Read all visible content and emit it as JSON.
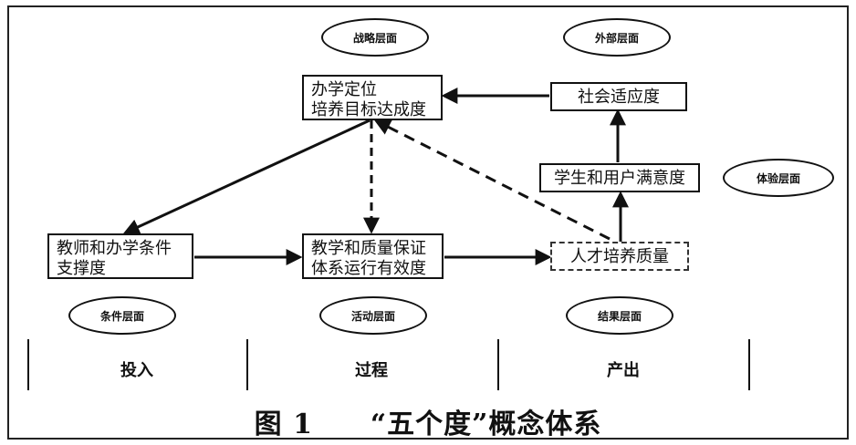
{
  "layers": {
    "strategy": "战略层面",
    "external": "外部层面",
    "experience": "体验层面",
    "condition": "条件层面",
    "activity": "活动层面",
    "result": "结果层面"
  },
  "nodes": {
    "goal": [
      "办学定位",
      "培养目标达成度"
    ],
    "social": [
      "社会适应度"
    ],
    "satisfaction": [
      "学生和用户满意度"
    ],
    "teachers": [
      "教师和办学条件",
      "支撑度"
    ],
    "quality_system": [
      "教学和质量保证",
      "体系运行有效度"
    ],
    "talent": [
      "人才培养质量"
    ]
  },
  "phases": [
    "投入",
    "过程",
    "产出"
  ],
  "caption": {
    "figure": "图 1",
    "title": "“五个度”概念体系"
  }
}
